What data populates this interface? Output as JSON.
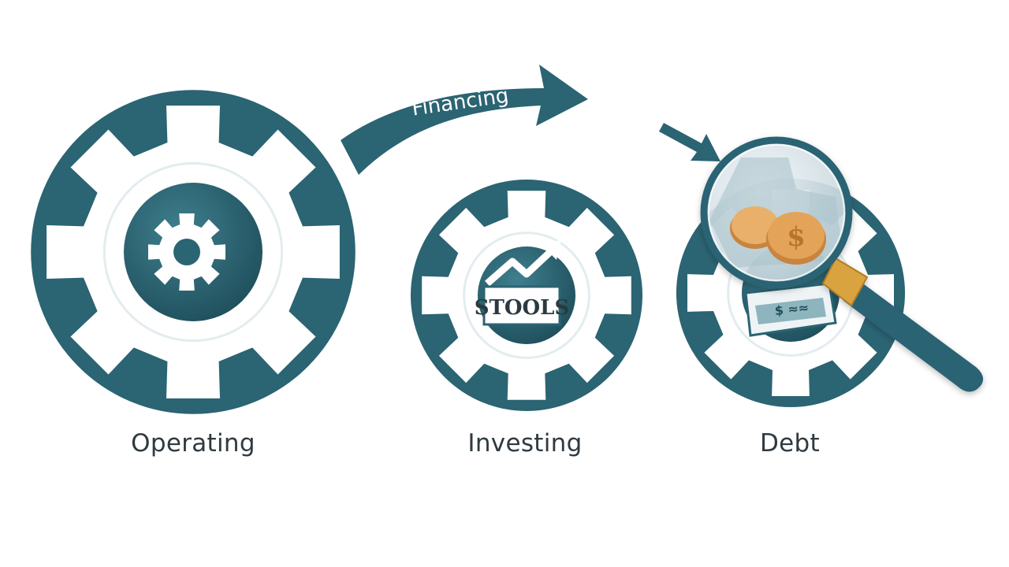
{
  "arrow_label": "Financing",
  "stages": [
    {
      "label": "Operating",
      "icon": "gear-icon"
    },
    {
      "label": "Investing",
      "icon": "stocks-chart-icon",
      "sign_text": "STOOLS"
    },
    {
      "label": "Debt",
      "icon": "magnifying-glass-coins-icon"
    }
  ],
  "colors": {
    "teal": "#2b6473",
    "teal_light": "#3f7f8e",
    "white": "#ffffff",
    "coin": "#e3a45a",
    "coin_dark": "#c9843c",
    "handle_gold": "#d9a441",
    "text": "#2f3a40"
  }
}
